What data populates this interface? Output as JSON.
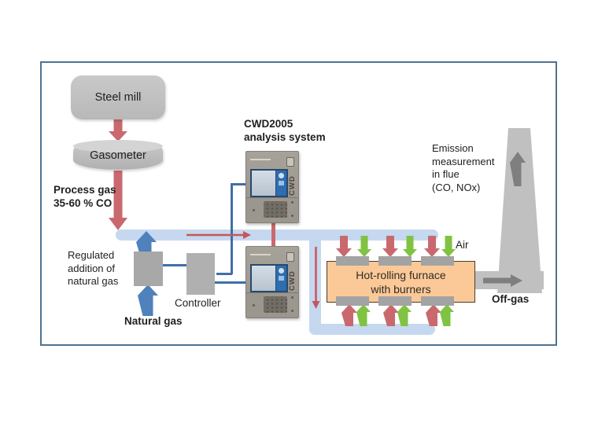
{
  "colors": {
    "frame-border": "#4f7391",
    "process-red": "#c9696e",
    "flow-red": "#c4575c",
    "gas-blue": "#4f81bd",
    "wire-blue": "#3f6fa8",
    "pipe-blue": "#c5d8ef",
    "air-green": "#80c342",
    "furnace-fill": "#fbc998",
    "furnace-border": "#4a3b28",
    "box-gray": "#c0c0c0",
    "mid-gray": "#a8a8a8",
    "dark-arrow": "#7f7f7f"
  },
  "labels": {
    "steel_mill": "Steel mill",
    "gasometer": "Gasometer",
    "process_gas": "Process gas\n35-60 % CO",
    "analysis_system": "CWD2005\nanalysis system",
    "regulated_addition": "Regulated\naddition of\nnatural gas",
    "controller": "Controller",
    "natural_gas": "Natural gas",
    "furnace": "Hot-rolling furnace\nwith burners",
    "air": "Air",
    "emission": "Emission\nmeasurement\nin flue\n(CO, NOx)",
    "off_gas": "Off-gas",
    "device_brand": "CWD"
  }
}
